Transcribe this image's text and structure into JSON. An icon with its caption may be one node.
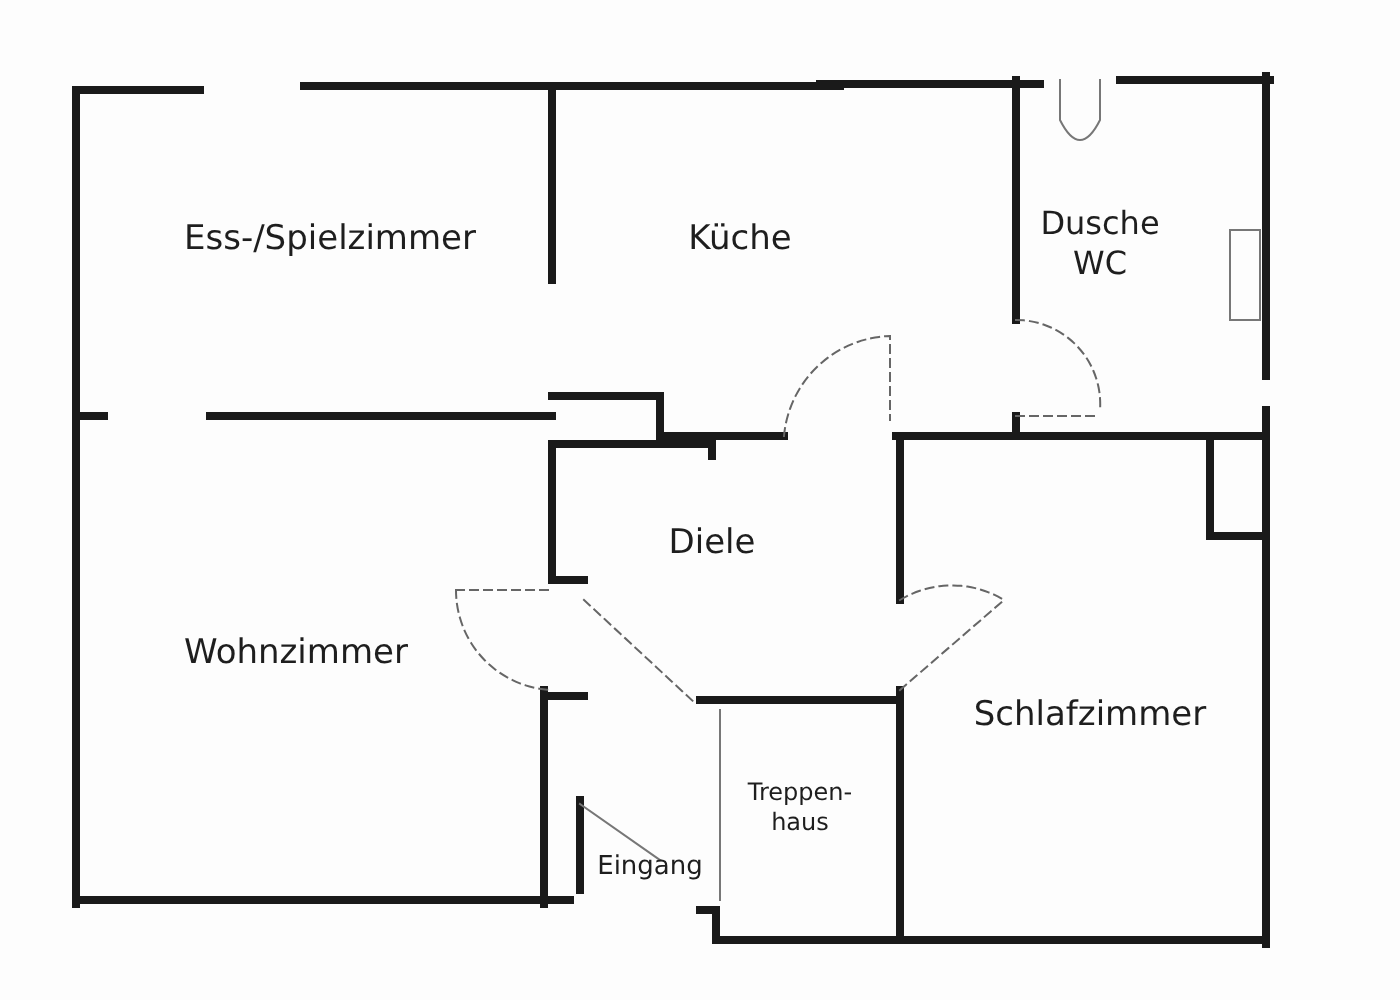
{
  "diagram": {
    "labels": [
      "Ess-/Spielzimmer",
      "Küche",
      "Dusche WC",
      "Diele",
      "Wohnzimmer",
      "Schlafzimmer",
      "Treppen- haus",
      "Eingang"
    ]
  }
}
